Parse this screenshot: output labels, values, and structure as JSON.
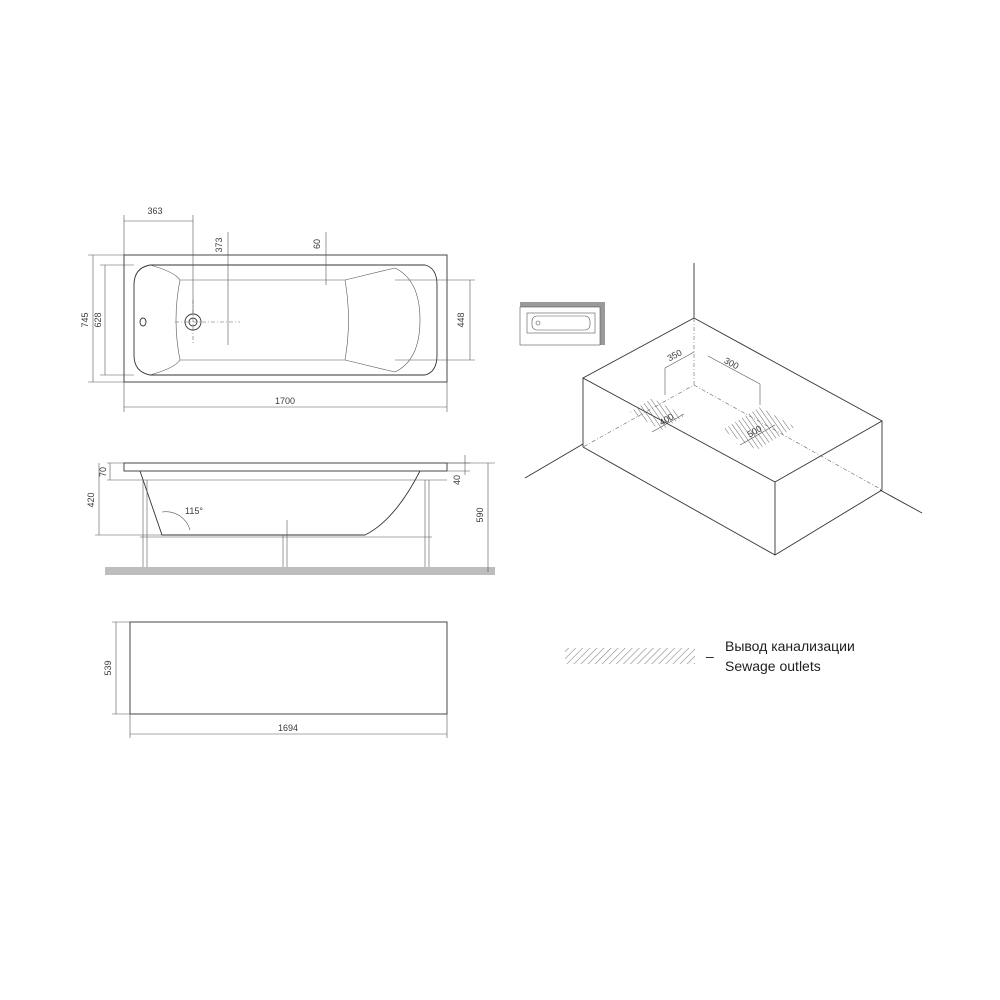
{
  "top_view": {
    "dim_363": "363",
    "dim_373": "373",
    "dim_60": "60",
    "dim_745": "745",
    "dim_628": "628",
    "dim_448": "448",
    "dim_1700": "1700"
  },
  "side_view": {
    "dim_70": "70",
    "dim_420": "420",
    "dim_40": "40",
    "dim_590": "590",
    "angle": "115°"
  },
  "front_panel": {
    "dim_539": "539",
    "dim_1694": "1694"
  },
  "install_view": {
    "dim_350": "350",
    "dim_300": "300",
    "dim_400": "400",
    "dim_500": "500"
  },
  "legend": {
    "dash": "–",
    "label_ru": "Вывод канализации",
    "label_en": "Sewage outlets"
  }
}
